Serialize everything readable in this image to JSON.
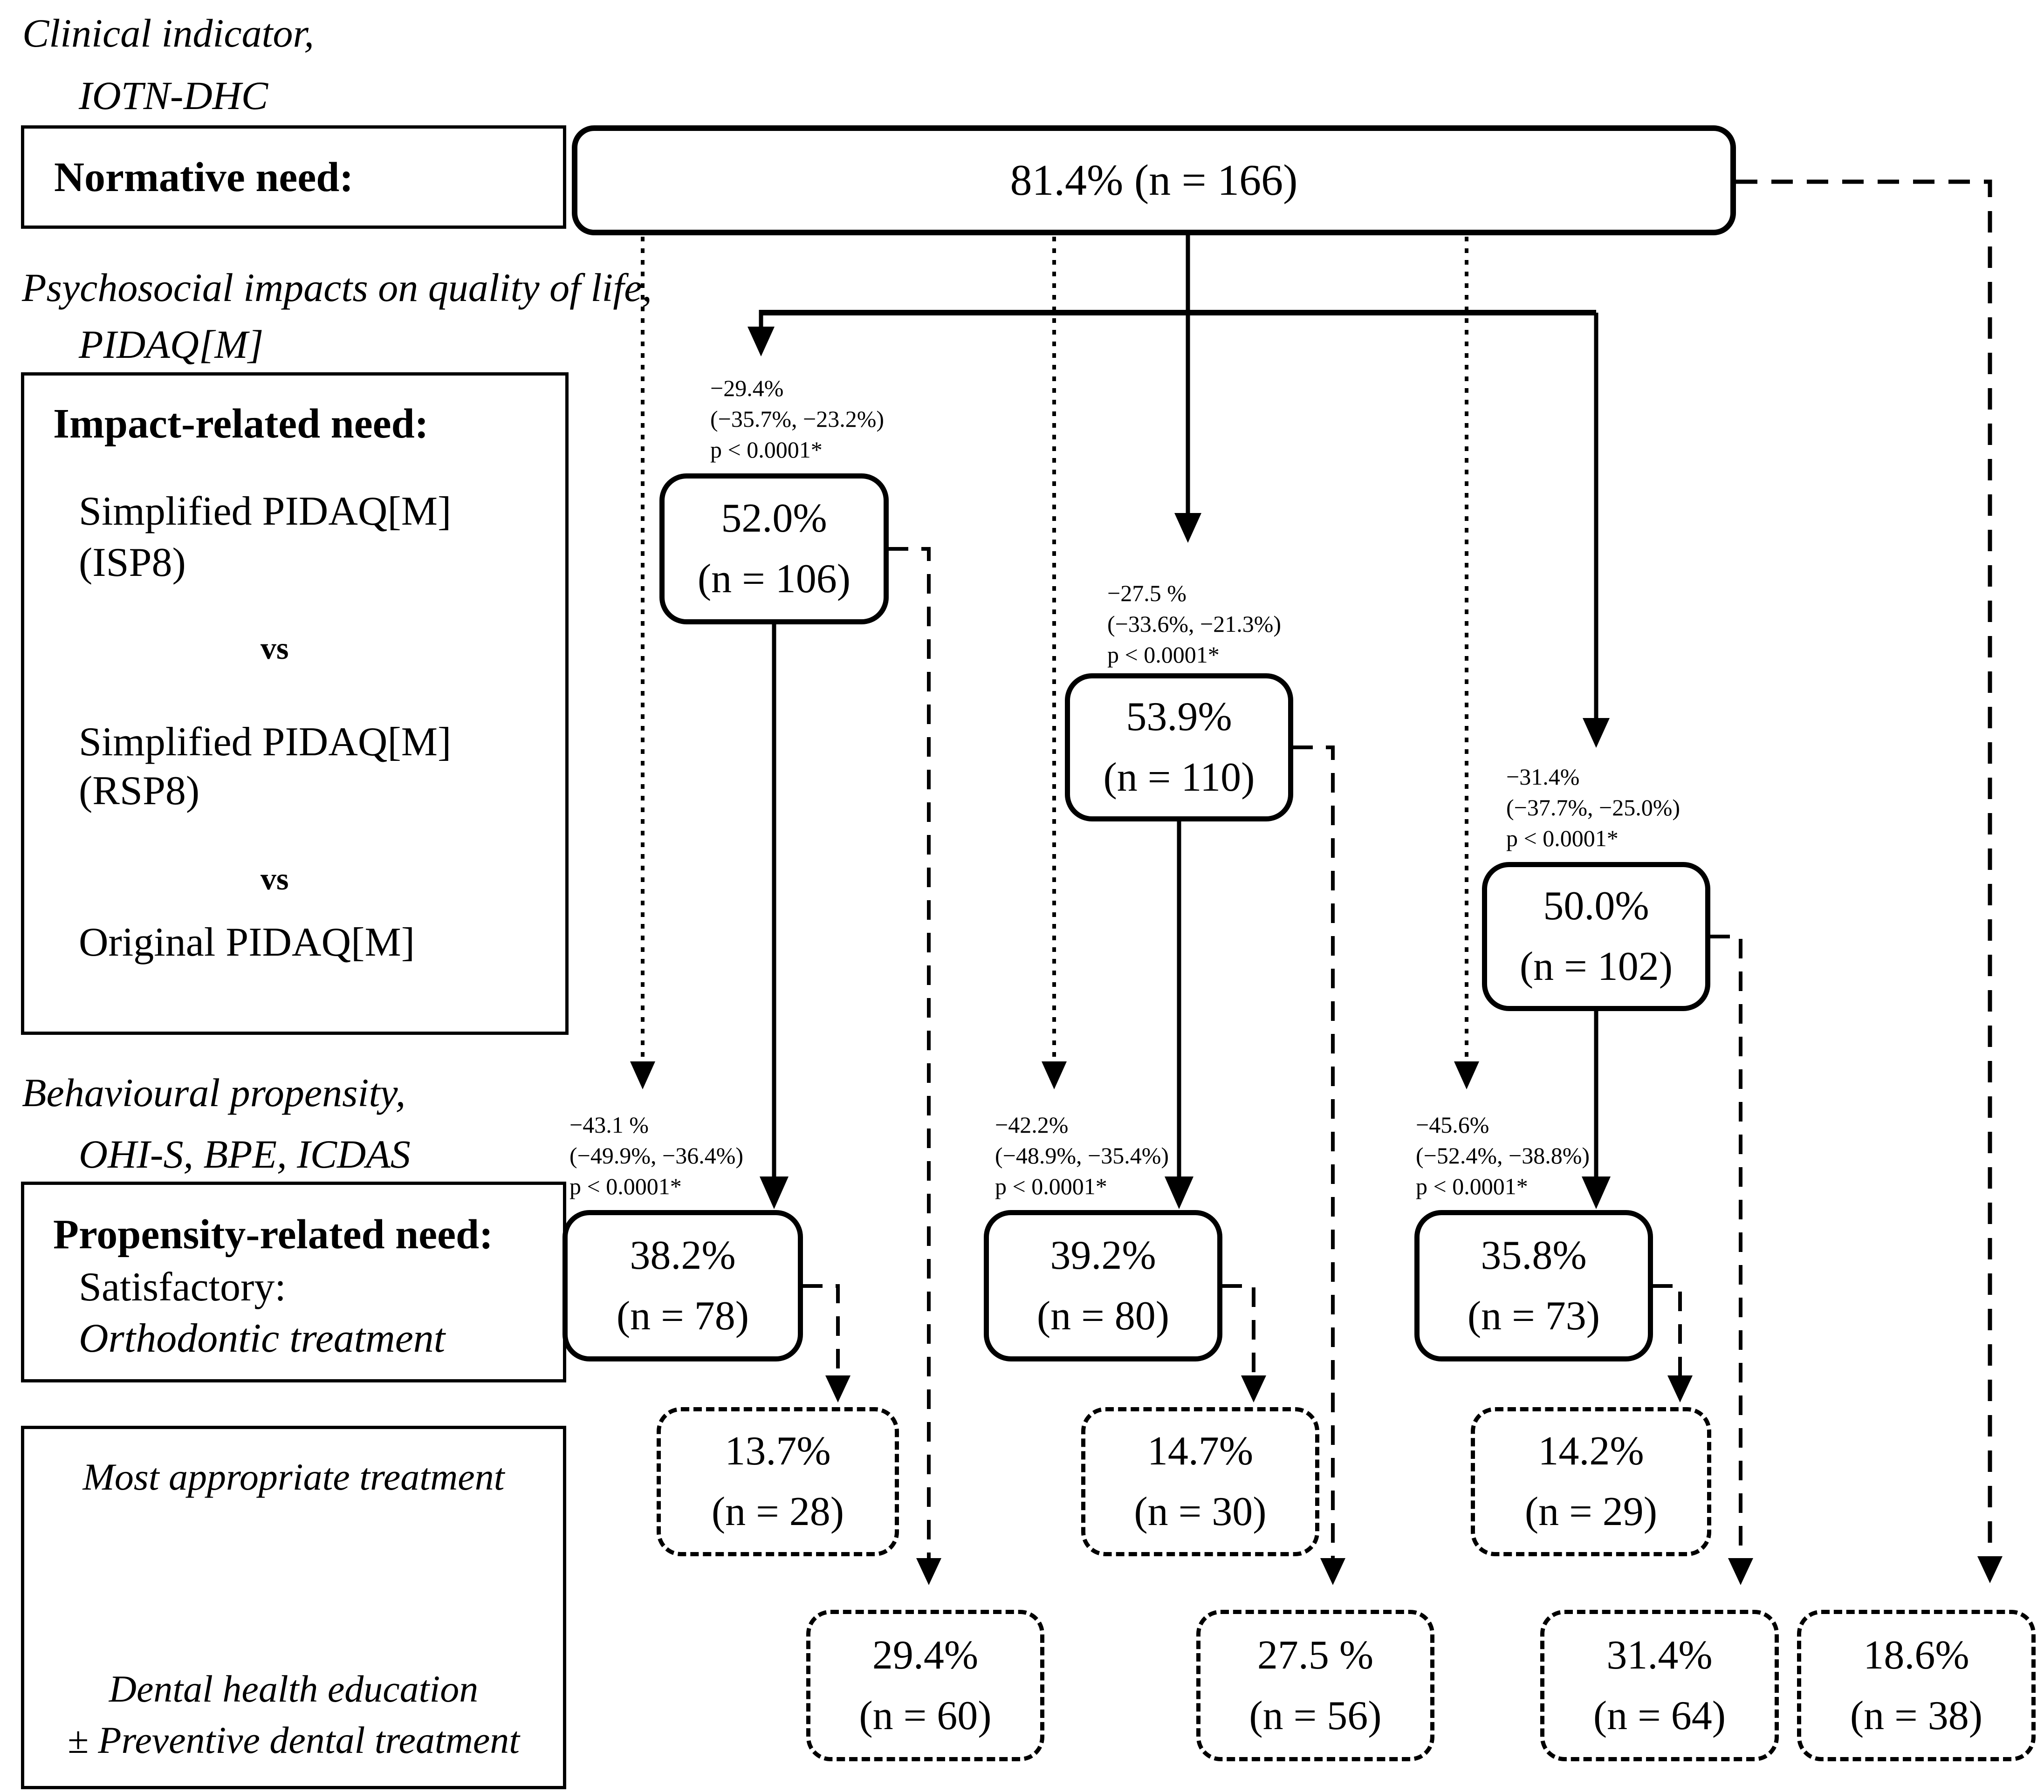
{
  "colors": {
    "ink": "#000000",
    "background": "#ffffff"
  },
  "section_labels": {
    "clinical": {
      "line1": "Clinical indicator,",
      "line2": "IOTN-DHC"
    },
    "psychosocial": {
      "line1": "Psychosocial impacts on quality of life,",
      "line2": "PIDAQ[M]"
    },
    "behavioural": {
      "line1": "Behavioural propensity,",
      "line2": "OHI-S, BPE, ICDAS"
    }
  },
  "panels": {
    "normative": {
      "title": "Normative need:"
    },
    "impact": {
      "title": "Impact-related need:",
      "option1_line1": "Simplified PIDAQ[M]",
      "option1_line2": "(ISP8)",
      "vs1": "vs",
      "option2_line1": "Simplified PIDAQ[M]",
      "option2_line2": "(RSP8)",
      "vs2": "vs",
      "option3": "Original PIDAQ[M]"
    },
    "propensity": {
      "title": "Propensity-related need:",
      "line2": "Satisfactory:",
      "line3": "Orthodontic treatment"
    },
    "outcome": {
      "line1": "Most appropriate treatment",
      "line2": "Dental health education",
      "line3": "± Preventive dental treatment"
    }
  },
  "nodes": {
    "normative_need": {
      "label": "81.4% (n = 166)"
    },
    "impact_isp8": {
      "pct": "52.0%",
      "n": "(n = 106)"
    },
    "impact_rsp8": {
      "pct": "53.9%",
      "n": "(n = 110)"
    },
    "impact_original": {
      "pct": "50.0%",
      "n": "(n = 102)"
    },
    "propensity_isp8": {
      "pct": "38.2%",
      "n": "(n = 78)"
    },
    "propensity_rsp8": {
      "pct": "39.2%",
      "n": "(n = 80)"
    },
    "propensity_original": {
      "pct": "35.8%",
      "n": "(n = 73)"
    },
    "treatment_isp8": {
      "pct": "13.7%",
      "n": "(n = 28)"
    },
    "treatment_rsp8": {
      "pct": "14.7%",
      "n": "(n = 30)"
    },
    "treatment_original": {
      "pct": "14.2%",
      "n": "(n = 29)"
    },
    "education_isp8": {
      "pct": "29.4%",
      "n": "(n = 60)"
    },
    "education_rsp8": {
      "pct": "27.5 %",
      "n": "(n = 56)"
    },
    "education_original": {
      "pct": "31.4%",
      "n": "(n = 64)"
    },
    "education_no_normative": {
      "pct": "18.6%",
      "n": "(n = 38)"
    }
  },
  "annotations": {
    "impact_isp8": {
      "delta": "−29.4%",
      "ci": "(−35.7%, −23.2%)",
      "p": "p < 0.0001*"
    },
    "impact_rsp8": {
      "delta": "−27.5 %",
      "ci": "(−33.6%, −21.3%)",
      "p": "p < 0.0001*"
    },
    "impact_original": {
      "delta": "−31.4%",
      "ci": "(−37.7%, −25.0%)",
      "p": "p < 0.0001*"
    },
    "propensity_isp8": {
      "delta": "−43.1 %",
      "ci": "(−49.9%, −36.4%)",
      "p": "p < 0.0001*"
    },
    "propensity_rsp8": {
      "delta": "−42.2%",
      "ci": "(−48.9%, −35.4%)",
      "p": "p < 0.0001*"
    },
    "propensity_original": {
      "delta": "−45.6%",
      "ci": "(−52.4%, −38.8%)",
      "p": "p < 0.0001*"
    }
  }
}
